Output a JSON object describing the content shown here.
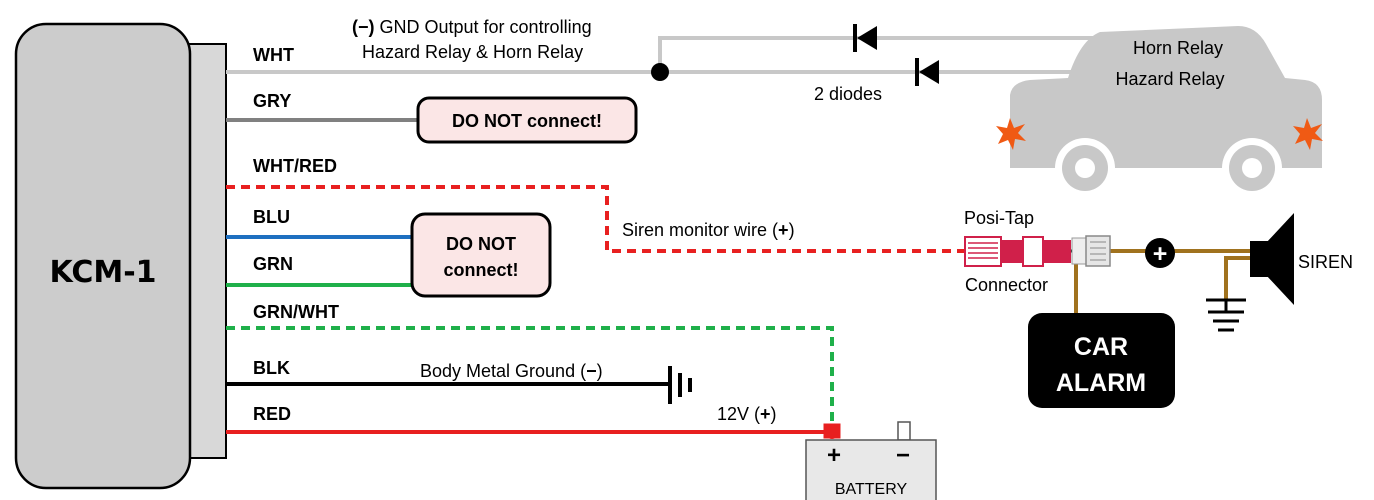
{
  "module": {
    "name": "KCM-1"
  },
  "wires": [
    {
      "label": "WHT",
      "color": "#c8c8c8",
      "style": "solid"
    },
    {
      "label": "GRY",
      "color": "#808080",
      "style": "solid"
    },
    {
      "label": "WHT/RED",
      "color": "#e82020",
      "style": "dashed"
    },
    {
      "label": "BLU",
      "color": "#1e6fc0",
      "style": "solid"
    },
    {
      "label": "GRN",
      "color": "#1fb04a",
      "style": "solid"
    },
    {
      "label": "GRN/WHT",
      "color": "#1fb04a",
      "style": "dashed"
    },
    {
      "label": "BLK",
      "color": "#000000",
      "style": "solid"
    },
    {
      "label": "RED",
      "color": "#e82020",
      "style": "solid"
    }
  ],
  "gnd_output": {
    "symbol": "(−)",
    "line1": " GND Output for controlling",
    "line2": "Hazard Relay & Horn Relay"
  },
  "diodes": {
    "label": "2 diodes"
  },
  "car": {
    "horn_relay": "Horn Relay",
    "hazard_relay": "Hazard Relay"
  },
  "warnings": [
    {
      "lines": [
        "DO NOT connect!"
      ]
    },
    {
      "lines": [
        "DO NOT",
        "connect!"
      ]
    }
  ],
  "siren_monitor": {
    "label": "Siren monitor wire (",
    "sign": "+",
    "close": ")"
  },
  "posi_tap": {
    "top": "Posi-Tap",
    "bottom": "Connector"
  },
  "siren": {
    "label": "SIREN",
    "plus": "+"
  },
  "car_alarm": {
    "line1": "CAR",
    "line2": "ALARM"
  },
  "ground": {
    "label": "Body Metal Ground (",
    "sign": "−",
    "close": ")"
  },
  "power": {
    "label": "12V (",
    "sign": "+",
    "close": ")"
  },
  "battery": {
    "label": "BATTERY",
    "plus": "+",
    "minus": "−"
  },
  "colors": {
    "module_fill": "#cccccc",
    "warning_fill": "#fbe6e6",
    "wire_brown": "#a0721e",
    "posi_tap": "#d0204a",
    "spark": "#f05a14",
    "car_fill": "#c8c8c8"
  }
}
